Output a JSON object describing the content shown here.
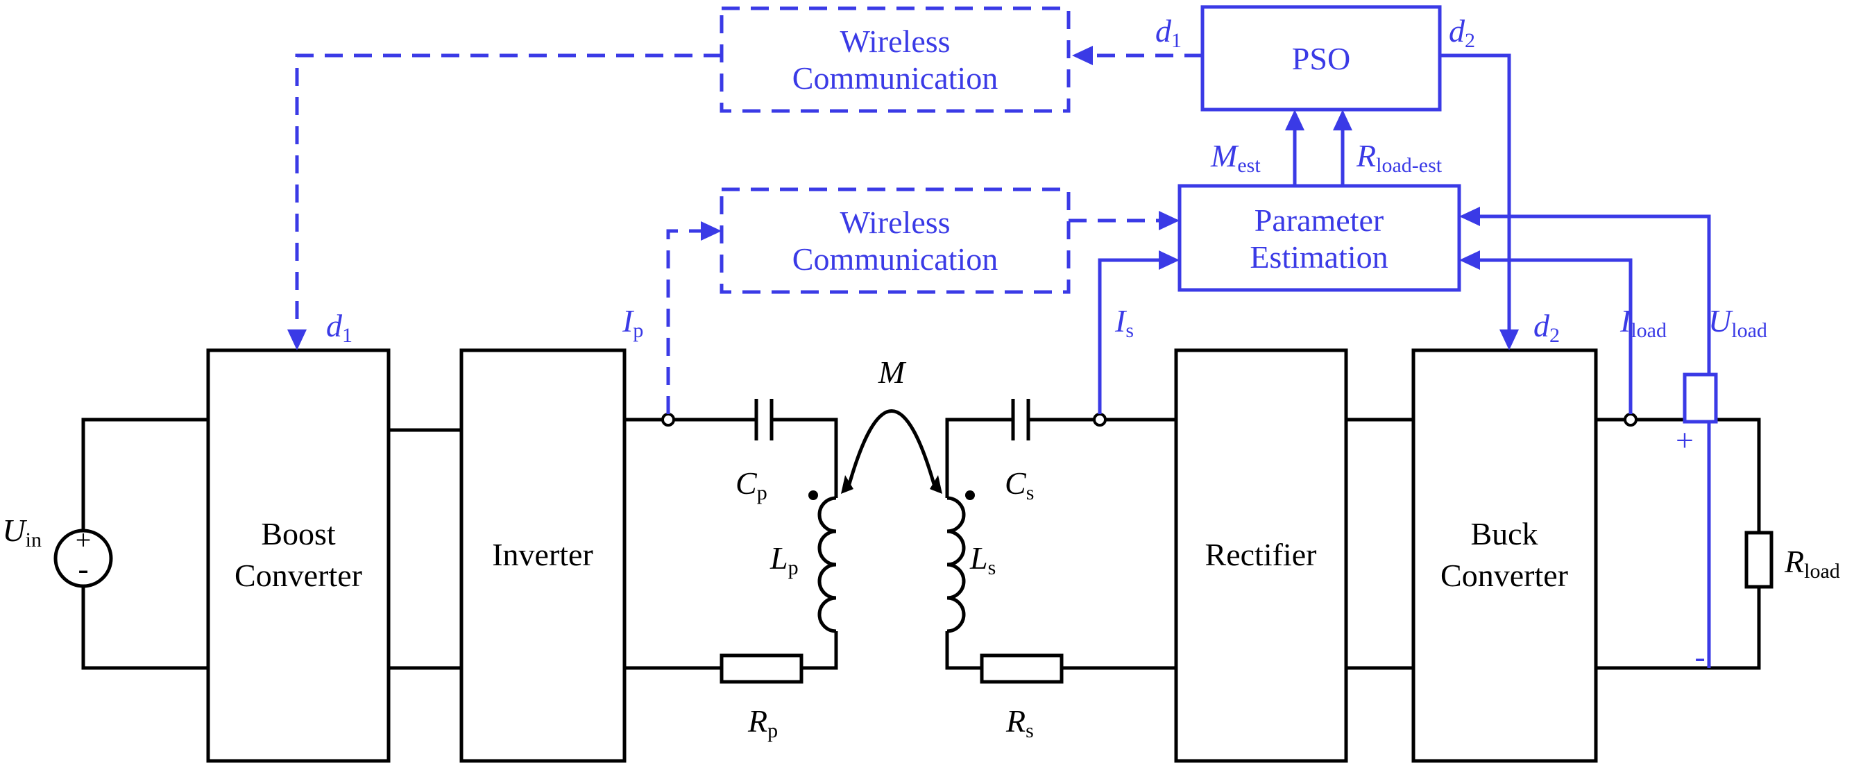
{
  "blocks": {
    "boost": [
      "Boost",
      "Converter"
    ],
    "inverter": "Inverter",
    "rectifier": "Rectifier",
    "buck": [
      "Buck",
      "Converter"
    ],
    "pso": "PSO",
    "param_est": [
      "Parameter",
      "Estimation"
    ],
    "wireless_top": [
      "Wireless",
      "Communication"
    ],
    "wireless_mid": [
      "Wireless",
      "Communication"
    ]
  },
  "labels": {
    "U_in": {
      "main": "U",
      "sub": "in"
    },
    "d1_top": {
      "main": "d",
      "sub": "1"
    },
    "d2_top": {
      "main": "d",
      "sub": "2"
    },
    "d1_boost": {
      "main": "d",
      "sub": "1"
    },
    "d2_buck": {
      "main": "d",
      "sub": "2"
    },
    "I_p": {
      "main": "I",
      "sub": "p"
    },
    "I_s": {
      "main": "I",
      "sub": "s"
    },
    "I_load": {
      "main": "I",
      "sub": "load"
    },
    "U_load": {
      "main": "U",
      "sub": "load"
    },
    "M_est": {
      "main": "M",
      "sub": "est"
    },
    "R_load_est": {
      "main": "R",
      "sub": "load-est"
    },
    "M": "M",
    "C_p": {
      "main": "C",
      "sub": "p"
    },
    "C_s": {
      "main": "C",
      "sub": "s"
    },
    "L_p": {
      "main": "L",
      "sub": "p"
    },
    "L_s": {
      "main": "L",
      "sub": "s"
    },
    "R_p": {
      "main": "R",
      "sub": "p"
    },
    "R_s": {
      "main": "R",
      "sub": "s"
    },
    "R_load": {
      "main": "R",
      "sub": "load"
    },
    "plus": "+",
    "minus": "-"
  },
  "colors": {
    "control": "#3a3ae6",
    "power": "#000000"
  }
}
